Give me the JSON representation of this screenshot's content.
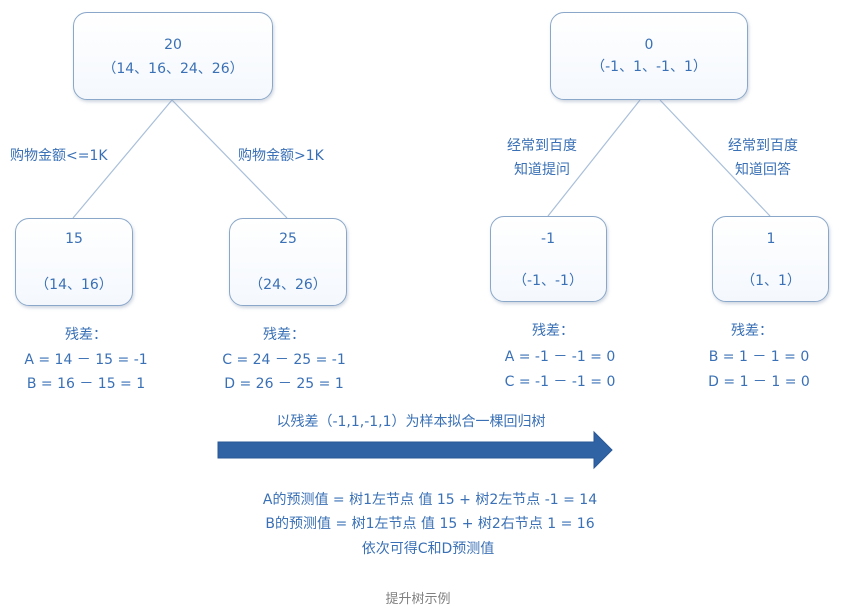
{
  "tree1": {
    "root": {
      "value": "20",
      "samples": "（14、16、24、26）"
    },
    "left_edge": "购物金额<=1K",
    "right_edge": "购物金额>1K",
    "left": {
      "value": "15",
      "samples": "（14、16）"
    },
    "right": {
      "value": "25",
      "samples": "（24、26）"
    },
    "left_residual": {
      "title": "残差：",
      "lines": [
        "A = 14 － 15 = -1",
        "B = 16 － 15 = 1"
      ]
    },
    "right_residual": {
      "title": "残差：",
      "lines": [
        "C = 24 － 25 = -1",
        "D = 26 － 25 = 1"
      ]
    }
  },
  "tree2": {
    "root": {
      "value": "0",
      "samples": "（-1、1、-1、1）"
    },
    "left_edge": [
      "经常到百度",
      "知道提问"
    ],
    "right_edge": [
      "经常到百度",
      "知道回答"
    ],
    "left": {
      "value": "-1",
      "samples": "（-1、-1）"
    },
    "right": {
      "value": "1",
      "samples": "（1、1）"
    },
    "left_residual": {
      "title": "残差：",
      "lines": [
        "A = -1 － -1 = 0",
        "C = -1 － -1 = 0"
      ]
    },
    "right_residual": {
      "title": "残差：",
      "lines": [
        "B = 1 － 1 = 0",
        "D = 1 － 1 = 0"
      ]
    }
  },
  "arrow_label": "以残差（-1,1,-1,1）为样本拟合一棵回归树",
  "prediction_lines": [
    "A的预测值 = 树1左节点 值 15 + 树2左节点 -1 = 14",
    "B的预测值 = 树1左节点 值 15 + 树2右节点 1 = 16",
    "依次可得C和D预测值"
  ],
  "caption": "提升树示例",
  "colors": {
    "text": "#3a70b5",
    "box_border": "#8aa7c9",
    "edge": "#a9bfd9",
    "arrow": "#2f63a4",
    "caption": "#7f7f7f"
  }
}
